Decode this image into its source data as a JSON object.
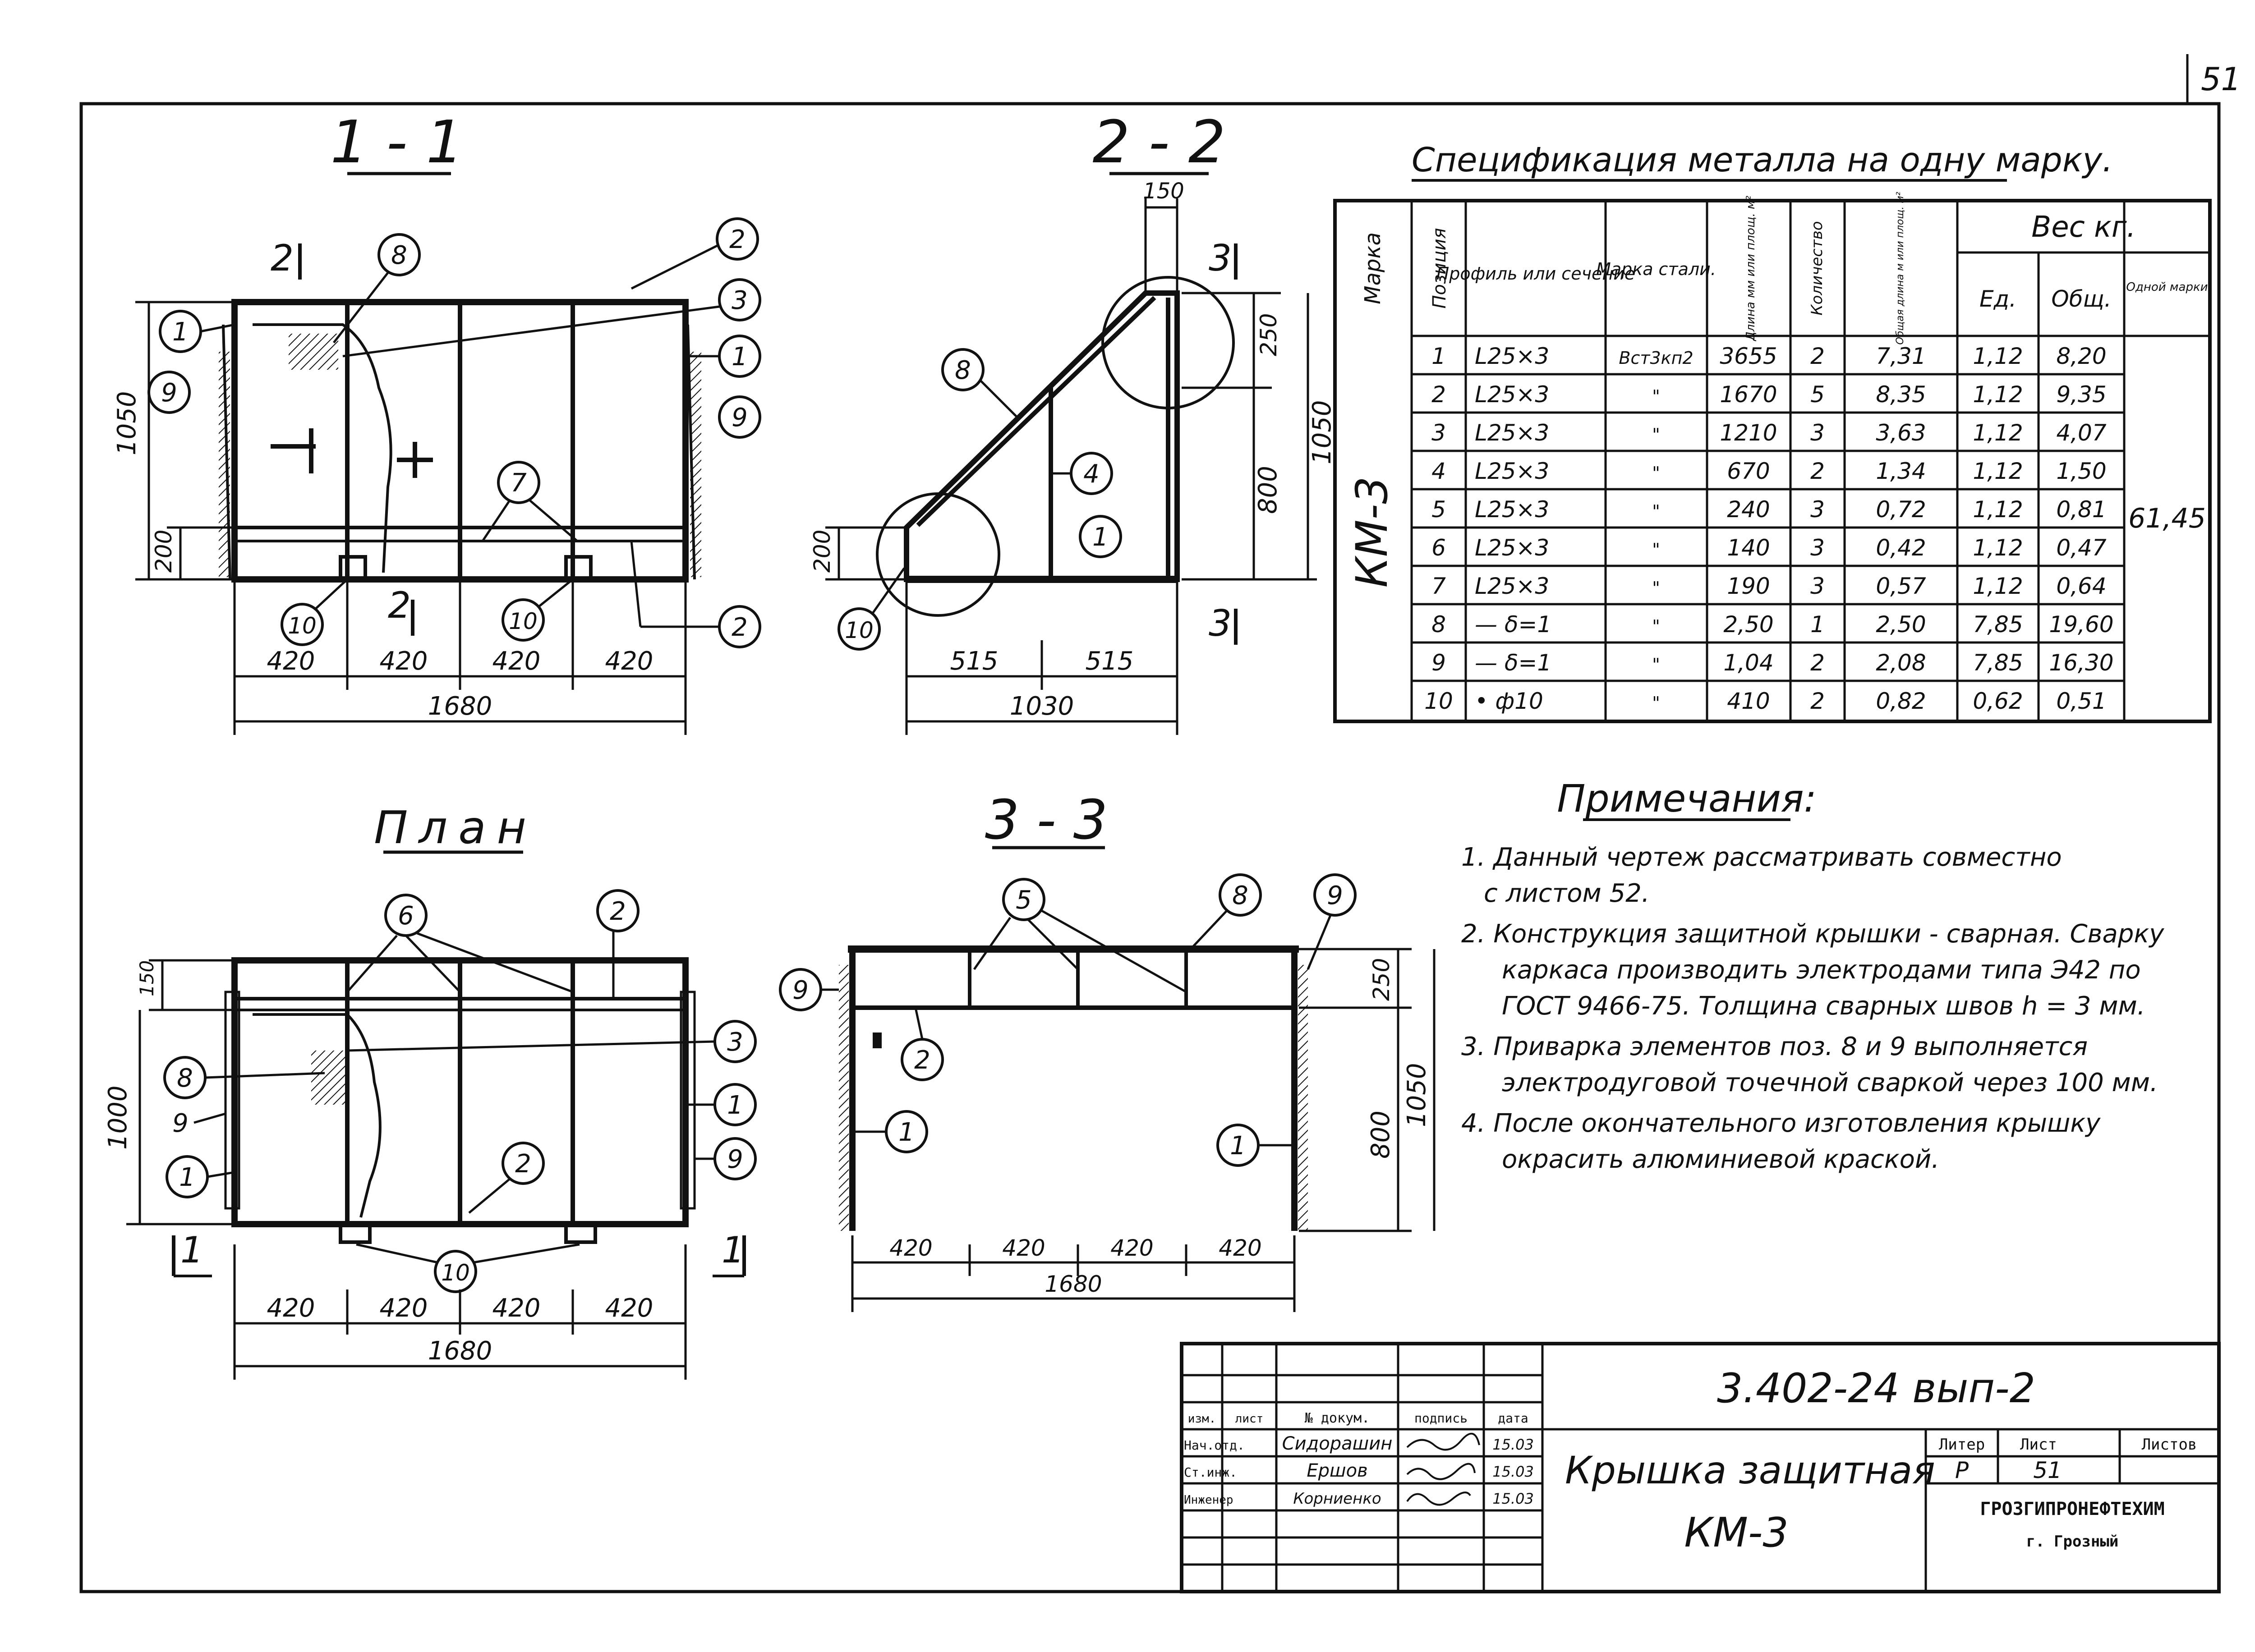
{
  "sheet_number": "51",
  "views": {
    "section_1_1": {
      "title": "1 - 1",
      "cut_marks": [
        "2",
        "2"
      ],
      "callouts": [
        "1",
        "9",
        "8",
        "2",
        "3",
        "1",
        "9",
        "7",
        "10",
        "10",
        "2"
      ],
      "dims": {
        "height": "1050",
        "lower": "200",
        "bays": [
          "420",
          "420",
          "420",
          "420"
        ],
        "total": "1680"
      }
    },
    "section_2_2": {
      "title": "2 - 2",
      "cut_marks": [
        "3",
        "3"
      ],
      "callouts": [
        "8",
        "4",
        "1",
        "10"
      ],
      "dims": {
        "top_width": "150",
        "upper": "250",
        "height": "1050",
        "mid": "800",
        "lower": "200",
        "halves": [
          "515",
          "515"
        ],
        "total": "1030"
      }
    },
    "plan": {
      "title": "План",
      "cut_marks": [
        "1",
        "1"
      ],
      "callouts": [
        "6",
        "2",
        "3",
        "8",
        "9",
        "1",
        "1",
        "9",
        "2",
        "10"
      ],
      "dims": {
        "upper": "150",
        "height": "1000",
        "bays": [
          "420",
          "420",
          "420",
          "420"
        ],
        "total": "1680"
      }
    },
    "section_3_3": {
      "title": "3 - 3",
      "callouts": [
        "5",
        "8",
        "9",
        "9",
        "2",
        "1",
        "1"
      ],
      "dims": {
        "upper": "250",
        "height": "1050",
        "mid": "800",
        "bays": [
          "420",
          "420",
          "420",
          "420"
        ],
        "total": "1680"
      }
    }
  },
  "spec": {
    "title": "Спецификация металла на одну марку.",
    "headers": {
      "marka": "Марка",
      "position": "Позиция",
      "profile": "Профиль или сечение",
      "steel": "Марка стали.",
      "length": "Длина мм или площ. м²",
      "qty": "Количество",
      "total_len": "Общая длина м или площ. м²",
      "weight": "Вес кг.",
      "unit": "Ед.",
      "total": "Общ.",
      "per_mark": "Одной марки"
    },
    "marka_value": "КМ-3",
    "per_mark_value": "61,45",
    "rows": [
      {
        "pos": "1",
        "profile": "L25×3",
        "steel": "Вст3кп2",
        "length": "3655",
        "qty": "2",
        "total_len": "7,31",
        "unit": "1,12",
        "total": "8,20"
      },
      {
        "pos": "2",
        "profile": "L25×3",
        "steel": "\"",
        "length": "1670",
        "qty": "5",
        "total_len": "8,35",
        "unit": "1,12",
        "total": "9,35"
      },
      {
        "pos": "3",
        "profile": "L25×3",
        "steel": "\"",
        "length": "1210",
        "qty": "3",
        "total_len": "3,63",
        "unit": "1,12",
        "total": "4,07"
      },
      {
        "pos": "4",
        "profile": "L25×3",
        "steel": "\"",
        "length": "670",
        "qty": "2",
        "total_len": "1,34",
        "unit": "1,12",
        "total": "1,50"
      },
      {
        "pos": "5",
        "profile": "L25×3",
        "steel": "\"",
        "length": "240",
        "qty": "3",
        "total_len": "0,72",
        "unit": "1,12",
        "total": "0,81"
      },
      {
        "pos": "6",
        "profile": "L25×3",
        "steel": "\"",
        "length": "140",
        "qty": "3",
        "total_len": "0,42",
        "unit": "1,12",
        "total": "0,47"
      },
      {
        "pos": "7",
        "profile": "L25×3",
        "steel": "\"",
        "length": "190",
        "qty": "3",
        "total_len": "0,57",
        "unit": "1,12",
        "total": "0,64"
      },
      {
        "pos": "8",
        "profile": "— δ=1",
        "steel": "\"",
        "length": "2,50",
        "qty": "1",
        "total_len": "2,50",
        "unit": "7,85",
        "total": "19,60"
      },
      {
        "pos": "9",
        "profile": "— δ=1",
        "steel": "\"",
        "length": "1,04",
        "qty": "2",
        "total_len": "2,08",
        "unit": "7,85",
        "total": "16,30"
      },
      {
        "pos": "10",
        "profile": "• ф10",
        "steel": "\"",
        "length": "410",
        "qty": "2",
        "total_len": "0,82",
        "unit": "0,62",
        "total": "0,51"
      }
    ]
  },
  "notes": {
    "title": "Примечания:",
    "lines": [
      "1. Данный чертеж рассматривать совместно",
      "с листом 52.",
      "2. Конструкция защитной крышки - сварная. Сварку",
      "каркаса производить электродами типа Э42 по",
      "ГОСТ 9466-75. Толщина сварных швов h = 3 мм.",
      "3. Приварка элементов поз. 8 и 9 выполняется",
      "электродуговой точечной сваркой через 100 мм.",
      "4. После окончательного изготовления крышку",
      "окрасить алюминиевой краской."
    ]
  },
  "title_block": {
    "doc_code": "3.402-24 вып-2",
    "col_headers": [
      "изм.",
      "лист",
      "№ докум.",
      "подпись",
      "дата"
    ],
    "rows": [
      {
        "role": "Нач.отд.",
        "name": "Сидорашин",
        "sign": "",
        "date": "15.03"
      },
      {
        "role": "Ст.инж.",
        "name": "Ершов",
        "sign": "",
        "date": "15.03"
      },
      {
        "role": "Инженер",
        "name": "Корниенко",
        "sign": "",
        "date": "15.03"
      }
    ],
    "item_title": "Крышка защитная",
    "item_code": "КМ-3",
    "stage_header": "Литер",
    "sheet_header": "Лист",
    "sheets_header": "Листов",
    "stage": "Р",
    "sheet": "51",
    "sheets": "",
    "org": "ГРОЗГИПРОНЕФТЕХИМ",
    "city": "г. Грозный"
  }
}
